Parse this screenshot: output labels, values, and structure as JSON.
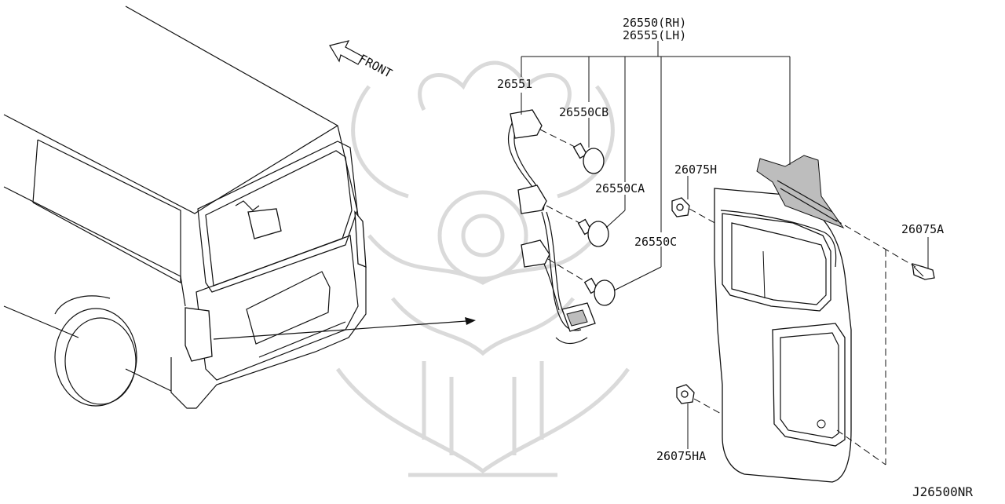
{
  "direction": {
    "label": "FRONT"
  },
  "callouts": [
    {
      "id": "assembly-rh",
      "text": "26550(RH)"
    },
    {
      "id": "assembly-lh",
      "text": "26555(LH)"
    },
    {
      "id": "harness",
      "text": "26551"
    },
    {
      "id": "bulb-cb",
      "text": "26550CB"
    },
    {
      "id": "bulb-ca",
      "text": "26550CA"
    },
    {
      "id": "bulb-c",
      "text": "26550C"
    },
    {
      "id": "clip-h",
      "text": "26075H"
    },
    {
      "id": "bolt-a",
      "text": "26075A"
    },
    {
      "id": "clip-ha",
      "text": "26075HA"
    }
  ],
  "diagram_code": "J26500NR"
}
